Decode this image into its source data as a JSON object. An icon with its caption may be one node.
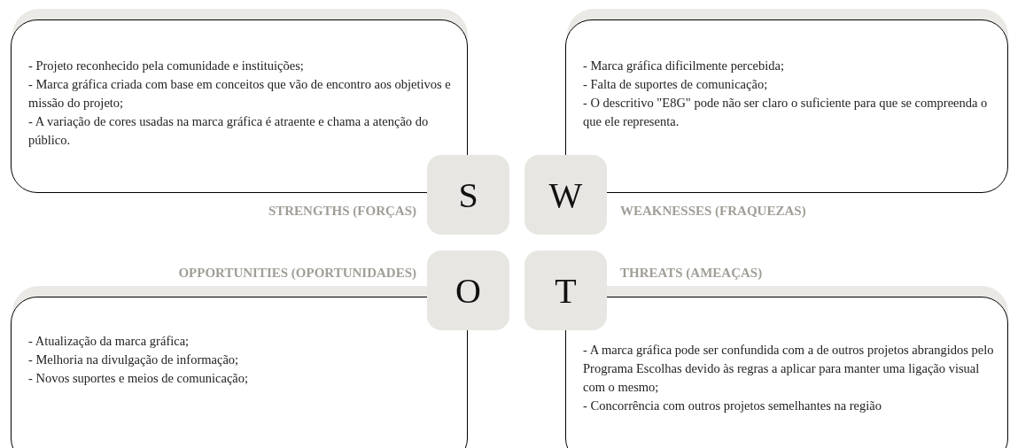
{
  "diagram": {
    "nodes": [
      {
        "text": [
          "- Projeto reconhecido pela comunidade e instituições;",
          "- Marca gráfica criada com base em conceitos que vão de encontro aos objetivos e missão do projeto;",
          "- A variação de cores usadas na marca gráfica é atraente e chama a atenção do público.",
          "STRENGTHS (FORÇAS)"
        ]
      },
      {
        "text": [
          "- Marca gráfica dificilmente percebida;",
          "- Falta de suportes de comunicação;",
          "- O descritivo \"E8G\" pode não ser claro o suficiente para que se compreenda o que ele representa.",
          "WEAKNESSES (FRAQUEZAS)"
        ]
      },
      {
        "text": [
          "S"
        ]
      },
      {
        "text": [
          "W"
        ]
      },
      {
        "text": [
          "O"
        ]
      },
      {
        "text": [
          "T"
        ]
      },
      {
        "text": [
          "OPPORTUNITIES (OPORTUNIDADES)",
          "- Atualização da marca gráfica;",
          "- Melhoria na divulgação de informação;",
          "- Novos suportes e meios de comunicação;"
        ]
      },
      {
        "text": [
          "THREATS (AMEAÇAS)",
          "- A marca gráfica pode ser confundida com a de outros projetos abrangidos pelo Programa Escolhas devido às regras a aplicar para manter uma ligação visual com o mesmo;",
          "- Concorrência com outros projetos semelhantes na região"
        ]
      }
    ]
  }
}
